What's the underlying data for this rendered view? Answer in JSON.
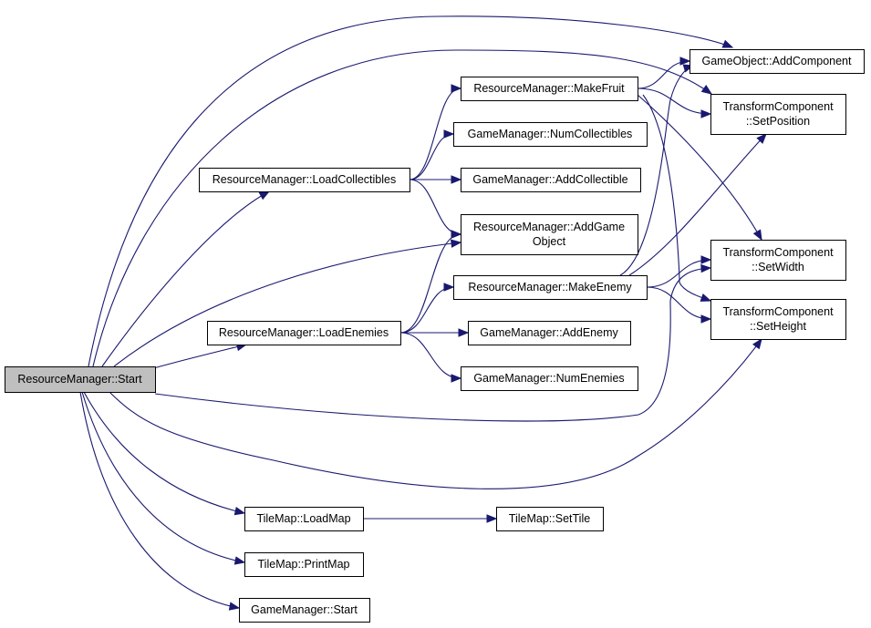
{
  "graph": {
    "colors": {
      "edge": "#191970",
      "root_fill": "#bfbfbf",
      "node_fill": "#ffffff",
      "border": "#000000"
    },
    "nodes": [
      {
        "id": "rm_start",
        "lines": [
          "ResourceManager::Start"
        ],
        "root": true
      },
      {
        "id": "load_collectibles",
        "lines": [
          "ResourceManager::LoadCollectibles"
        ]
      },
      {
        "id": "load_enemies",
        "lines": [
          "ResourceManager::LoadEnemies"
        ]
      },
      {
        "id": "load_map",
        "lines": [
          "TileMap::LoadMap"
        ]
      },
      {
        "id": "print_map",
        "lines": [
          "TileMap::PrintMap"
        ]
      },
      {
        "id": "gm_start",
        "lines": [
          "GameManager::Start"
        ]
      },
      {
        "id": "make_fruit",
        "lines": [
          "ResourceManager::MakeFruit"
        ]
      },
      {
        "id": "num_collectibles",
        "lines": [
          "GameManager::NumCollectibles"
        ]
      },
      {
        "id": "add_collectible",
        "lines": [
          "GameManager::AddCollectible"
        ]
      },
      {
        "id": "add_game_object",
        "lines": [
          "ResourceManager::AddGame",
          "Object"
        ]
      },
      {
        "id": "make_enemy",
        "lines": [
          "ResourceManager::MakeEnemy"
        ]
      },
      {
        "id": "add_enemy",
        "lines": [
          "GameManager::AddEnemy"
        ]
      },
      {
        "id": "num_enemies",
        "lines": [
          "GameManager::NumEnemies"
        ]
      },
      {
        "id": "set_tile",
        "lines": [
          "TileMap::SetTile"
        ]
      },
      {
        "id": "add_component",
        "lines": [
          "GameObject::AddComponent"
        ]
      },
      {
        "id": "set_position",
        "lines": [
          "TransformComponent",
          "::SetPosition"
        ]
      },
      {
        "id": "set_width",
        "lines": [
          "TransformComponent",
          "::SetWidth"
        ]
      },
      {
        "id": "set_height",
        "lines": [
          "TransformComponent",
          "::SetHeight"
        ]
      }
    ],
    "edges": [
      {
        "from": "rm_start",
        "to": "add_component"
      },
      {
        "from": "rm_start",
        "to": "set_position"
      },
      {
        "from": "rm_start",
        "to": "load_collectibles"
      },
      {
        "from": "rm_start",
        "to": "add_game_object"
      },
      {
        "from": "rm_start",
        "to": "load_enemies"
      },
      {
        "from": "rm_start",
        "to": "set_width"
      },
      {
        "from": "rm_start",
        "to": "set_height"
      },
      {
        "from": "rm_start",
        "to": "load_map"
      },
      {
        "from": "rm_start",
        "to": "print_map"
      },
      {
        "from": "rm_start",
        "to": "gm_start"
      },
      {
        "from": "load_collectibles",
        "to": "make_fruit"
      },
      {
        "from": "load_collectibles",
        "to": "num_collectibles"
      },
      {
        "from": "load_collectibles",
        "to": "add_collectible"
      },
      {
        "from": "load_collectibles",
        "to": "add_game_object"
      },
      {
        "from": "load_enemies",
        "to": "add_game_object"
      },
      {
        "from": "load_enemies",
        "to": "make_enemy"
      },
      {
        "from": "load_enemies",
        "to": "add_enemy"
      },
      {
        "from": "load_enemies",
        "to": "num_enemies"
      },
      {
        "from": "make_fruit",
        "to": "add_component"
      },
      {
        "from": "make_fruit",
        "to": "set_position"
      },
      {
        "from": "make_fruit",
        "to": "set_width"
      },
      {
        "from": "make_fruit",
        "to": "set_height"
      },
      {
        "from": "make_enemy",
        "to": "add_component"
      },
      {
        "from": "make_enemy",
        "to": "set_position"
      },
      {
        "from": "make_enemy",
        "to": "set_width"
      },
      {
        "from": "make_enemy",
        "to": "set_height"
      },
      {
        "from": "load_map",
        "to": "set_tile"
      }
    ]
  }
}
